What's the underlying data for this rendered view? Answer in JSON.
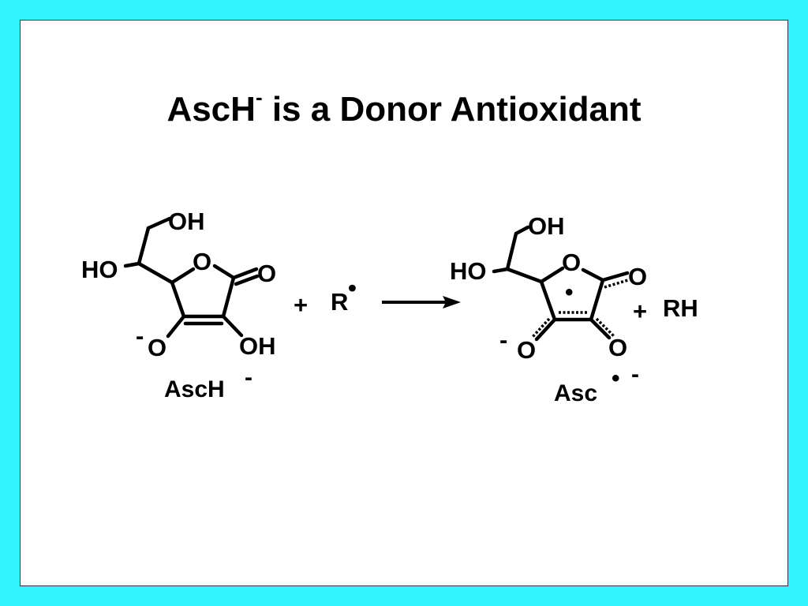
{
  "slide": {
    "background_color": "#33f3ff",
    "title": {
      "main": "AscH",
      "sup": "-",
      "rest": " is a Donor Antioxidant"
    }
  },
  "reactant": {
    "atoms": {
      "oh_top": "OH",
      "ho_left": "HO",
      "ring_o": "O",
      "carbonyl_o": "O",
      "anion_charge": "-",
      "anion_o": "O",
      "enol_oh": "OH"
    },
    "label": "AscH",
    "label_charge": "-"
  },
  "plus_1": "+",
  "radical": {
    "label": "R",
    "dot": "•"
  },
  "product": {
    "atoms": {
      "oh_top": "OH",
      "ho_left": "HO",
      "ring_o": "O",
      "carbonyl_o": "O",
      "ring_radical_dot": "•",
      "anion_charge": "-",
      "anion_o": "O",
      "keto_o": "O"
    },
    "label": "Asc",
    "label_dot": "•",
    "label_charge": "-"
  },
  "plus_2": "+",
  "rh": "RH"
}
